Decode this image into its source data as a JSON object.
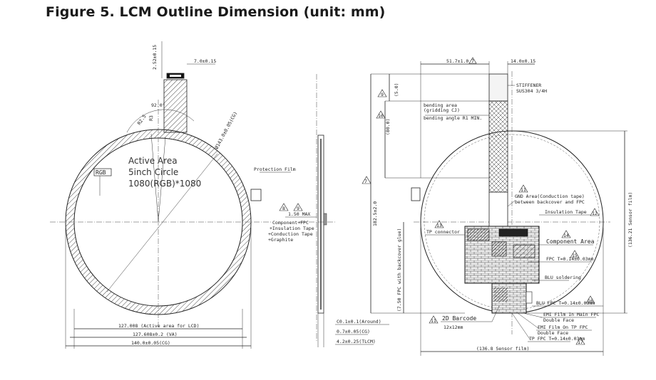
{
  "figure": {
    "title": "Figure 5. LCM Outline Dimension (unit: mm)"
  },
  "front_view": {
    "dim_fpc_height": "2.52±0.15",
    "dim_fpc_width": "7.0±0.15",
    "dim_angle": "92.0°",
    "dim_r25": "R2.5",
    "dim_r3": "R3",
    "dim_cg_diameter": "Ø143.0±0.05(CG)",
    "active_area_title": "Active Area",
    "active_area_size": "5inch Circle",
    "resolution": "1080(RGB)*1080",
    "pixel_label": "RGB",
    "protection_film": "Protection Film",
    "dim_active_area": "127.008 (Active area for LCD)",
    "dim_va": "127.608±0.2 (VA)",
    "dim_cg": "140.0±0.05(CG)"
  },
  "side_view": {
    "marker_a": "8",
    "marker_b": "9",
    "dim_max": "1.50 MAX",
    "stack_line1": "Component+FPC",
    "stack_line2": "+Insulation Tape",
    "stack_line3": "+Conduction Tape",
    "stack_line4": "+Graphite",
    "dim_around": "C0.1±0.1(Around)",
    "dim_cg_thick": "0.7±0.05(CG)",
    "dim_tlcm": "4.2±0.25(TLCM)"
  },
  "back_view": {
    "dim_fpc_offset": "51.7±1.0",
    "dim_stiffener_width": "14.0±0.15",
    "marker_offset": "7",
    "stiffener_label": "STIFFENER",
    "stiffener_material": "SUS304 3/4H",
    "marker_9": "9",
    "dim_5": "(5.0)",
    "marker_10": "10",
    "dim_80": "(80.0)",
    "bending_line1": "bending area",
    "bending_line2": "(gridding CJ)",
    "bending_line3": "bending angle R1 MIN.",
    "dim_total": "182.5±2.0",
    "marker_7": "7",
    "marker_11": "11",
    "gnd_line1": "GND Area(Conduction tape)",
    "gnd_line2": "between backcover and FPC",
    "insulation_tape": "Insulation Tape",
    "marker_12": "12",
    "tp_connector": "TP connector",
    "marker_13": "13",
    "component_area": "Component Area",
    "marker_14": "14",
    "fpc_thickness": "FPC T=0.14±0.03mm",
    "marker_15": "15",
    "blu_soldering": "BLU soldering",
    "marker_16": "16",
    "blu_fpc": "BLU FPC T=0.14±0.03mm",
    "dim_fpc_backcover": "(7.50 FPC with backcover glue)",
    "barcode": "2D Barcode",
    "barcode_size": "12x12mm",
    "emi_main_line1": "EMI Film In Main FPC",
    "emi_main_line2": "Double Face",
    "emi_tp_line1": "EMI Film On TP FPC",
    "emi_tp_line2": "Double Face",
    "tp_fpc": "TP FPC T=0.14±0.03mm",
    "marker_17": "17",
    "dim_sensor_h": "(136.8 Sensor film)",
    "dim_sensor_v": "(136.21 Sensor film)"
  }
}
